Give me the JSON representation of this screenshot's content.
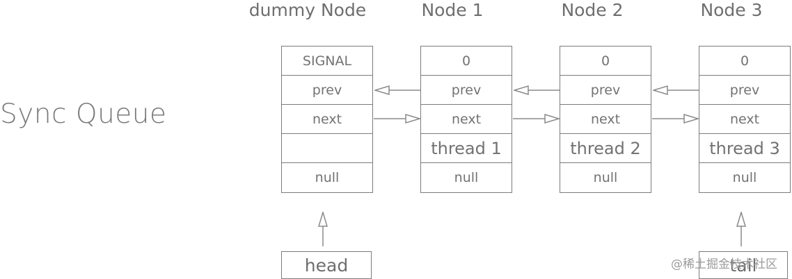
{
  "queue_title": "Sync Queue",
  "nodes": [
    {
      "title": "dummy Node",
      "fields": [
        "SIGNAL",
        "prev",
        "next",
        "",
        "null"
      ]
    },
    {
      "title": "Node 1",
      "fields": [
        "0",
        "prev",
        "next",
        "thread 1",
        "null"
      ]
    },
    {
      "title": "Node 2",
      "fields": [
        "0",
        "prev",
        "next",
        "thread 2",
        "null"
      ]
    },
    {
      "title": "Node 3",
      "fields": [
        "0",
        "prev",
        "next",
        "thread 3",
        "null"
      ]
    }
  ],
  "head_label": "head",
  "tail_label": "tail",
  "watermark": "@稀土掘金技术社区",
  "colors": {
    "line": "#7b7b7b",
    "text": "#6e6e6e"
  }
}
